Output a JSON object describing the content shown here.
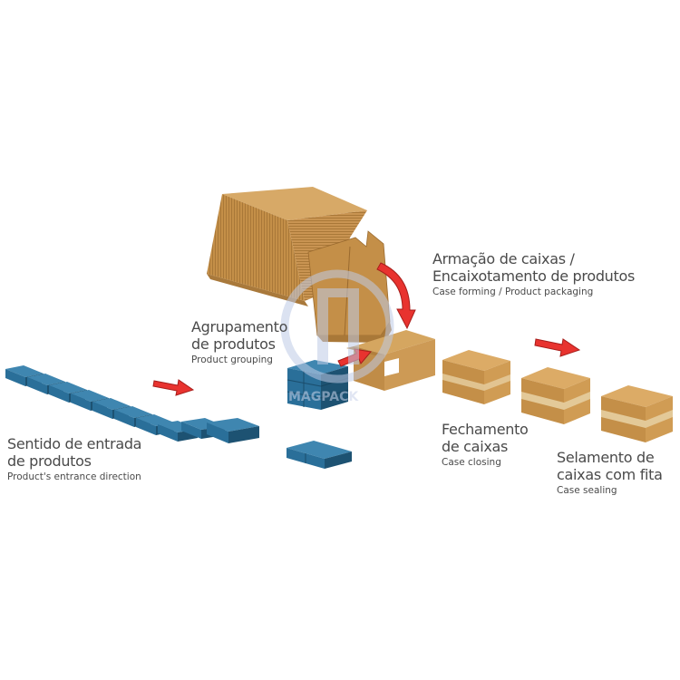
{
  "labels": {
    "entrance": {
      "pt1": "Sentido de entrada",
      "pt2": "de produtos",
      "en": "Product's entrance direction"
    },
    "grouping": {
      "pt1": "Agrupamento",
      "pt2": "de produtos",
      "en": "Product grouping"
    },
    "forming": {
      "pt1": "Armação de caixas /",
      "pt2": "Encaixotamento de produtos",
      "en": "Case forming / Product packaging"
    },
    "closing": {
      "pt1": "Fechamento",
      "pt2": "de caixas",
      "en": "Case closing"
    },
    "sealing": {
      "pt1": "Selamento de",
      "pt2": "caixas com fita",
      "en": "Case sealing"
    }
  },
  "watermark": {
    "text": "MAGPACK"
  },
  "colors": {
    "product_blue": "#2a6f99",
    "product_blue_dark": "#1d5272",
    "cardboard": "#c9964f",
    "cardboard_light": "#d8a861",
    "cardboard_dark": "#a87636",
    "tape": "#e3c998",
    "arrow_red": "#e8332f",
    "watermark": "#bfcbe6",
    "label_text": "#4a4a4a"
  }
}
